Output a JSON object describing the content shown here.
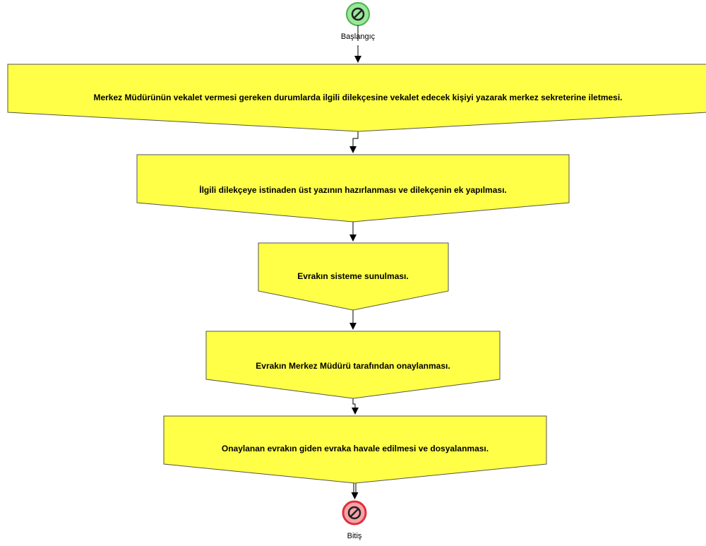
{
  "start_event": {
    "label": "Başlangıç",
    "icon": "no-entry-icon"
  },
  "end_event": {
    "label": "Bitiş",
    "icon": "no-entry-icon"
  },
  "steps": [
    {
      "label": "Merkez Müdürünün vekalet vermesi gereken durumlarda ilgili dilekçesine vekalet edecek kişiyi yazarak merkez sekreterine iletmesi."
    },
    {
      "label": "İlgili dilekçeye istinaden üst yazının hazırlanması ve dilekçenin ek yapılması."
    },
    {
      "label": "Evrakın sisteme sunulması."
    },
    {
      "label": "Evrakın Merkez Müdürü tarafından onaylanması."
    },
    {
      "label": "Onaylanan evrakın giden evraka havale edilmesi ve dosyalanması."
    }
  ],
  "colors": {
    "step_fill": "#ffff47",
    "start_fill": "#98e898",
    "start_stroke": "#4cae4c",
    "end_fill": "#f4a3a8",
    "end_stroke": "#e02f3b"
  }
}
